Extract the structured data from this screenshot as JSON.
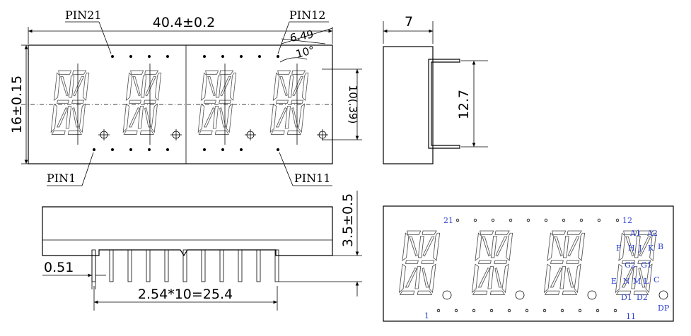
{
  "front_view": {
    "width_dim": "40.4±0.2",
    "height_dim": "16±0.15",
    "digit_height_dim": "10(.39)",
    "slant_dim": "6.49",
    "angle_dim": "10°",
    "pin21": "PIN21",
    "pin12": "PIN12",
    "pin1": "PIN1",
    "pin11": "PIN11"
  },
  "side_view": {
    "width_dim": "7",
    "pin_span_dim": "12.7"
  },
  "bottom_view": {
    "pin_width_dim": "0.51",
    "height_dim": "3.5±0.5",
    "pitch_dim": "2.54*10=25.4"
  },
  "pin_map": {
    "pin21": "21",
    "pin12": "12",
    "pin1": "1",
    "pin11": "11",
    "segments": [
      "A1",
      "A2",
      "F",
      "H",
      "J",
      "K",
      "B",
      "G2",
      "G1",
      "E",
      "N",
      "M",
      "L",
      "C",
      "D1",
      "D2",
      "DP"
    ]
  }
}
